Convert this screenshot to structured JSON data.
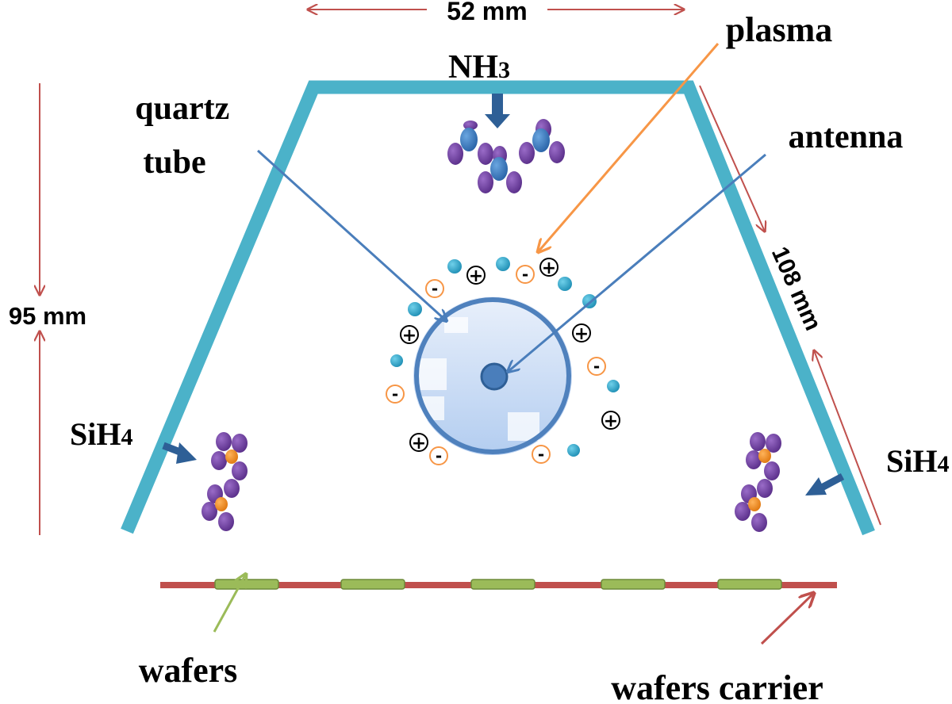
{
  "labels": {
    "top_width": "52 mm",
    "gas_top": "NH",
    "gas_top_sub": "3",
    "plasma": "plasma",
    "quartz_tube_line1": "quartz",
    "quartz_tube_line2": "tube",
    "antenna": "antenna",
    "height": "95 mm",
    "side_length": "108 mm",
    "gas_left": "SiH",
    "gas_left_sub": "4",
    "gas_right": "SiH",
    "gas_right_sub": "4",
    "wafers": "wafers",
    "wafers_carrier": "wafers carrier"
  },
  "signs": {
    "positive": "+",
    "negative": "-"
  },
  "colors": {
    "chamber_wall": "#4bb2c9",
    "dimension_line": "#c0504d",
    "pointer_blue": "#4a7ebb",
    "pointer_orange": "#f79646",
    "pointer_green": "#9bbb59",
    "carrier": "#c0504d",
    "wafer": "#9bbb59",
    "tube_outline": "#4f81bd",
    "tube_fill": "#c6d9f1",
    "atom_n": "#3d7fc4",
    "atom_h": "#7a4aa8",
    "atom_si": "#f08a1e",
    "ion": "#2fa8cc",
    "electron_ring": "#f79646"
  }
}
